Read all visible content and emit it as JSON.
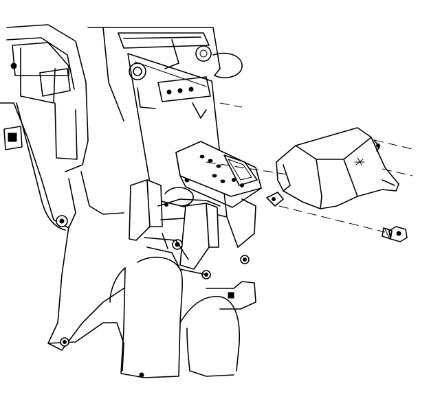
{
  "diagram": {
    "style": "black-and-white technical line drawing",
    "colors": {
      "stroke": "#000000",
      "background": "#ffffff"
    },
    "parts": [
      {
        "id": "console-assembly",
        "icon": "center-console-line-art"
      },
      {
        "id": "shift-lever-boot",
        "icon": "shifter-boot-line-art"
      },
      {
        "id": "console-bracket",
        "icon": "removed-bracket-line-art"
      },
      {
        "id": "retaining-bolt",
        "icon": "bolt-icon"
      }
    ],
    "callouts": []
  }
}
